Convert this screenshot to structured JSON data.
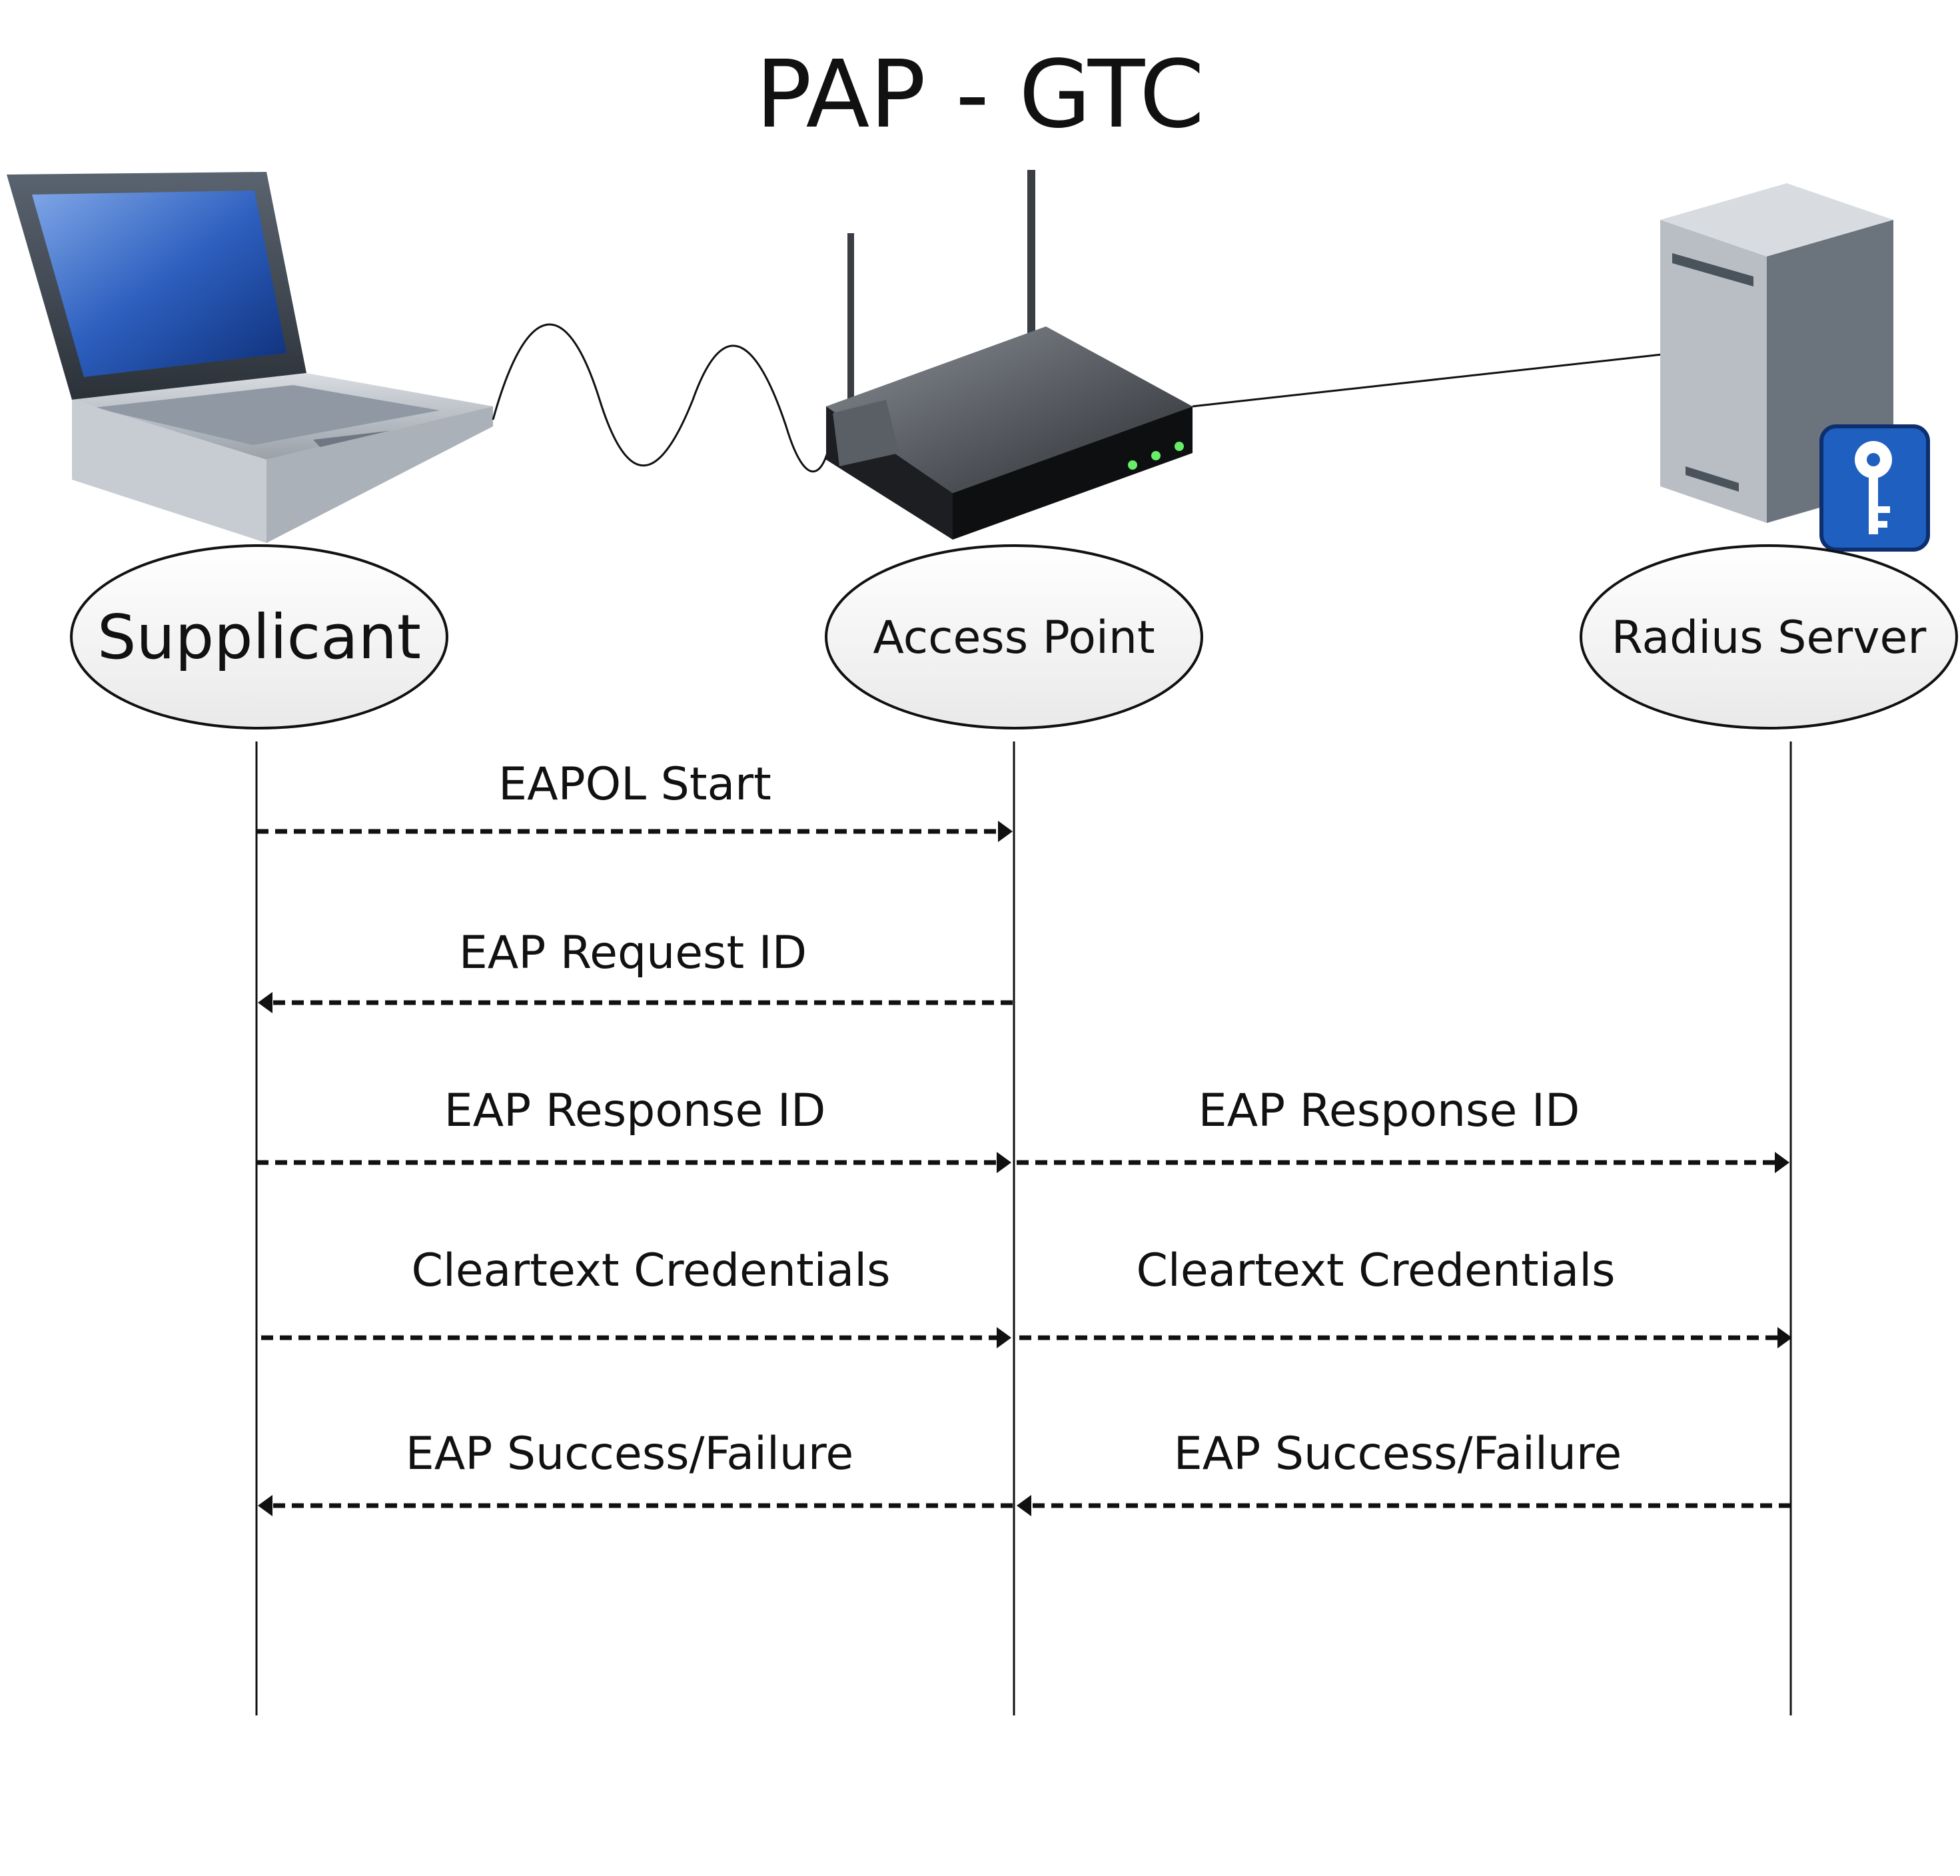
{
  "title": "PAP - GTC",
  "participants": [
    {
      "id": "supplicant",
      "label": "Supplicant",
      "icon": "laptop-icon"
    },
    {
      "id": "access_point",
      "label": "Access Point",
      "icon": "wireless-router-icon"
    },
    {
      "id": "radius_server",
      "label": "Radius Server",
      "icon": "server-key-icon"
    }
  ],
  "messages": [
    {
      "label": "EAPOL Start",
      "from": "supplicant",
      "to": "access_point"
    },
    {
      "label": "EAP Request ID",
      "from": "access_point",
      "to": "supplicant"
    },
    {
      "label": "EAP Response ID",
      "from": "supplicant",
      "to": "access_point"
    },
    {
      "label": "EAP Response ID",
      "from": "access_point",
      "to": "radius_server"
    },
    {
      "label": "Cleartext Credentials",
      "from": "supplicant",
      "to": "access_point"
    },
    {
      "label": "Cleartext Credentials",
      "from": "access_point",
      "to": "radius_server"
    },
    {
      "label": "EAP Success/Failure",
      "from": "access_point",
      "to": "supplicant"
    },
    {
      "label": "EAP Success/Failure",
      "from": "radius_server",
      "to": "access_point"
    }
  ],
  "colors": {
    "line": "#111111",
    "server_body": "#b9bec4",
    "key_badge": "#1f5fbf",
    "led": "#66ee66"
  }
}
